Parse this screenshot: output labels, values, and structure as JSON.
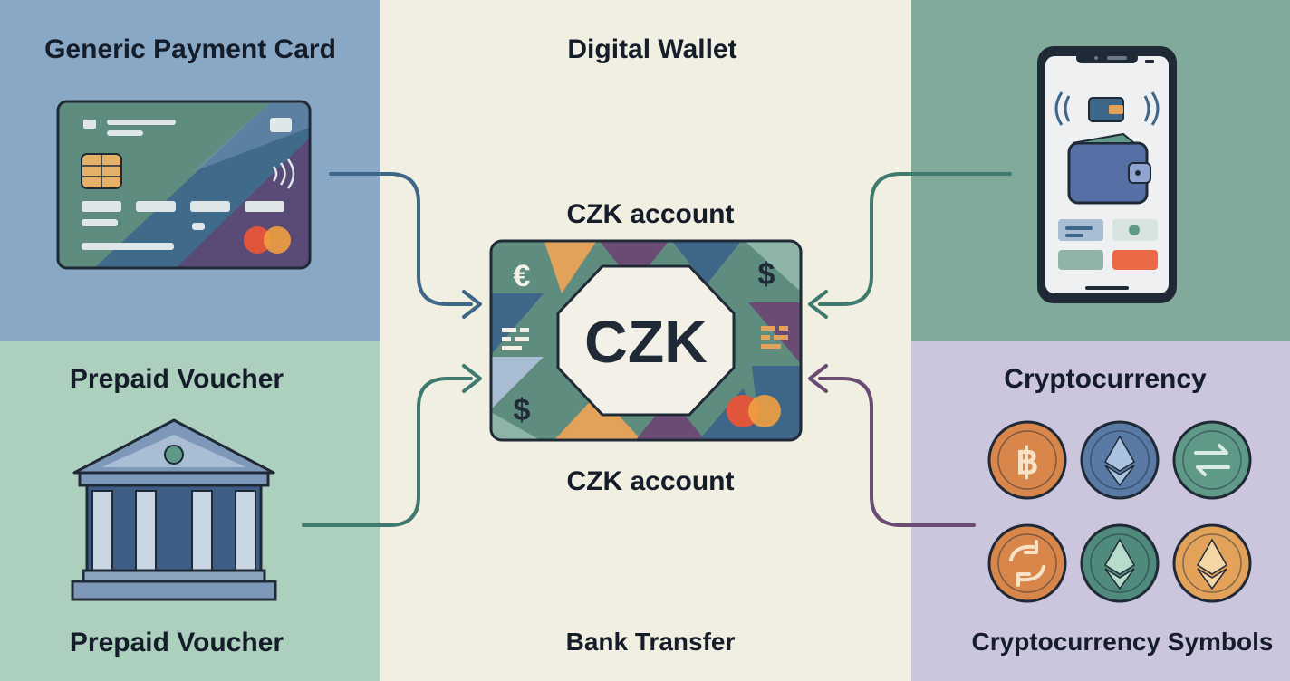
{
  "labels": {
    "top_left": "Generic Payment Card",
    "top_center": "Digital Wallet",
    "center_top": "CZK account",
    "center_bottom": "CZK account",
    "mid_left": "Prepaid Voucher",
    "bottom_left": "Prepaid Voucher",
    "bottom_center": "Bank Transfer",
    "mid_right": "Cryptocurrency",
    "bottom_right": "Cryptocurrency Symbols"
  },
  "center_card": {
    "code": "CZK",
    "symbols": [
      "€",
      "$",
      "$"
    ]
  },
  "colors": {
    "top_left_bg": "#89a8c6",
    "bottom_left_bg": "#acd0bd",
    "center_bg": "#f1efe1",
    "top_right_bg": "#82aa9b",
    "bottom_right_bg": "#cbc6dd",
    "arrow_blue": "#3e6688",
    "arrow_teal": "#3f7a6e",
    "arrow_purple": "#6a4b74",
    "coin_orange": "#d9864a",
    "coin_blue": "#5a7aa6",
    "coin_teal": "#5f9a88",
    "coin_gold": "#e3a25a"
  }
}
